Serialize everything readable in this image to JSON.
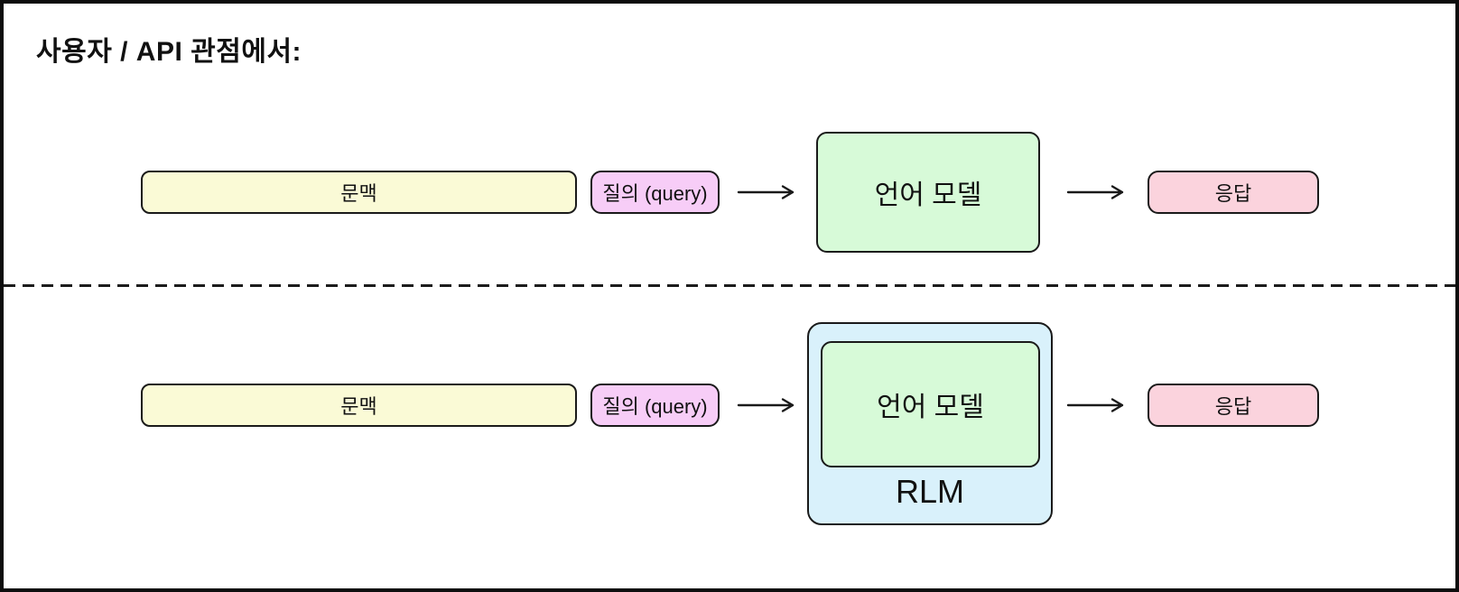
{
  "title": "사용자 / API 관점에서:",
  "colors": {
    "context_bg": "#fafad6",
    "query_bg": "#f7cdf7",
    "model_bg": "#d7fad8",
    "response_bg": "#fbd3dd",
    "rlm_bg": "#d9f1fb",
    "stroke": "#1a1a1a",
    "background": "#ffffff"
  },
  "diagram": {
    "top_row": {
      "context": "문맥",
      "query": "질의 (query)",
      "model": "언어 모델",
      "response": "응답"
    },
    "bottom_row": {
      "context": "문맥",
      "query": "질의 (query)",
      "model": "언어 모델",
      "rlm": "RLM",
      "response": "응답"
    }
  }
}
